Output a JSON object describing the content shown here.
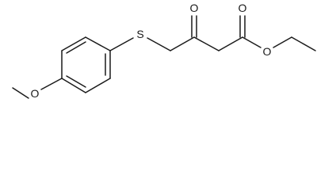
{
  "molecule": {
    "atoms": {
      "sulfur": "S",
      "ketone_oxygen": "O",
      "ester_carbonyl_oxygen": "O",
      "ester_ether_oxygen": "O",
      "methoxy_oxygen": "O"
    }
  }
}
